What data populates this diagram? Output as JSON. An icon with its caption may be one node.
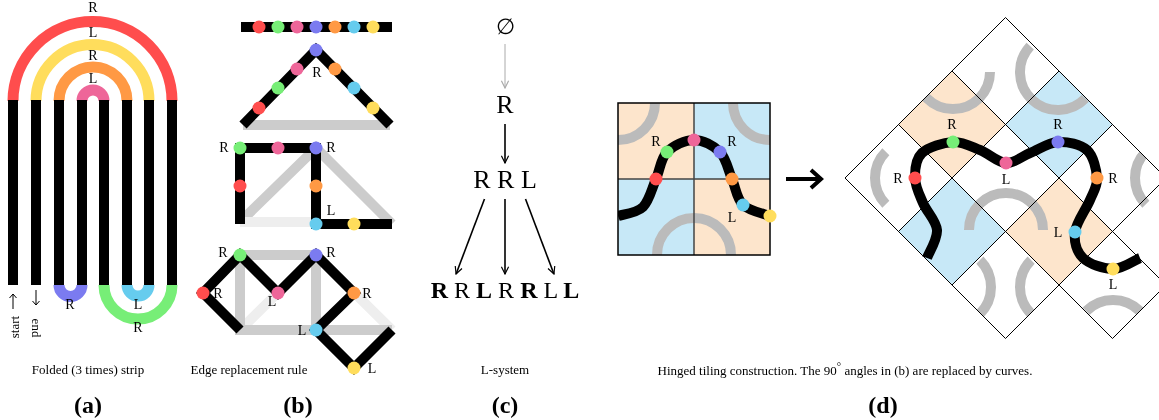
{
  "diagram": {
    "nodes": [
      {
        "text": [
          "∅"
        ]
      },
      {
        "text": [
          "R"
        ]
      },
      {
        "text": [
          "R R L"
        ]
      },
      {
        "text": [
          "**R** R **L** R **R** L **L**"
        ]
      }
    ],
    "edges": [
      {
        "from": 0,
        "to": 1,
        "arrow": "to",
        "color": "#aaaaaa"
      },
      {
        "from": 1,
        "to": 2,
        "arrow": "to"
      },
      {
        "from": 2,
        "to": 3,
        "arrow": "to"
      },
      {
        "from": 2,
        "to": 3,
        "arrow": "to"
      },
      {
        "from": 2,
        "to": 3,
        "arrow": "to"
      }
    ],
    "labels": [
      "R",
      "L",
      "R",
      "L",
      "R",
      "L",
      "R",
      "start",
      "end",
      "Folded (3 times) strip",
      "(a)",
      "R",
      "R",
      "R",
      "L",
      "R",
      "R",
      "R",
      "L",
      "R",
      "L",
      "Edge replacement rule",
      "L",
      "(b)",
      "L-system",
      "(c)",
      "R",
      "R",
      "L",
      "R",
      "R",
      "R",
      "L",
      "R",
      "L",
      "L",
      "Hinged tiling construction. The 90$^{°}$ angles in (b) are replaced by curves.",
      "(d)"
    ]
  }
}
